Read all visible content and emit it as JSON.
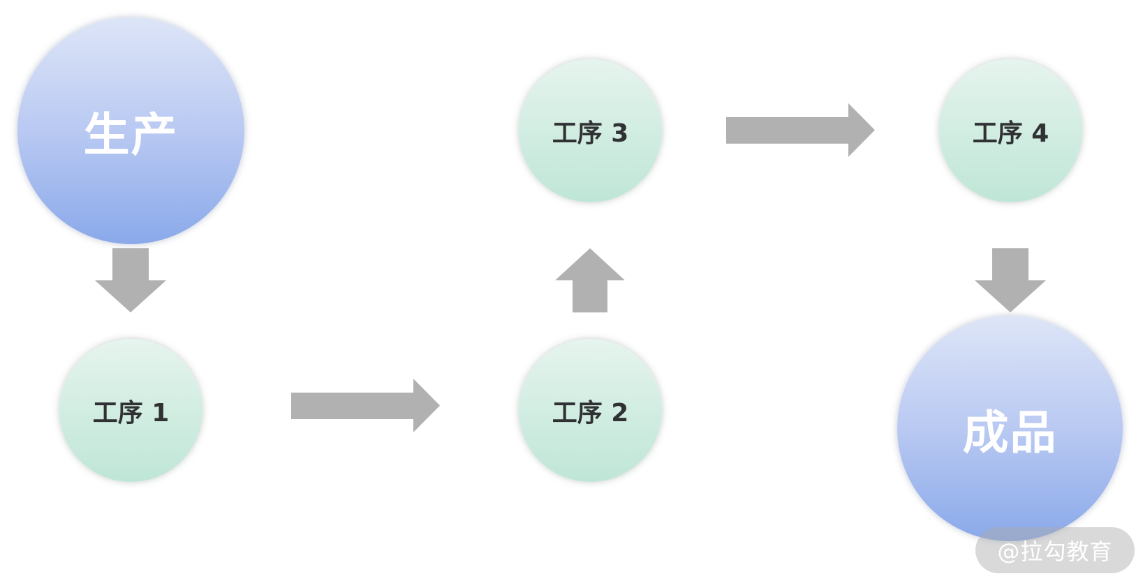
{
  "nodes": {
    "start": "生产",
    "step1": "工序 1",
    "step2": "工序 2",
    "step3": "工序 3",
    "step4": "工序 4",
    "end": "成品"
  },
  "watermark": "@拉勾教育",
  "colors": {
    "big_node_top": "#dde5f7",
    "big_node_bottom": "#8aa9ea",
    "small_node_top": "#e6f4ee",
    "small_node_bottom": "#bfe6d6",
    "arrow": "#b1b1b1",
    "small_node_text": "#2f3133"
  }
}
